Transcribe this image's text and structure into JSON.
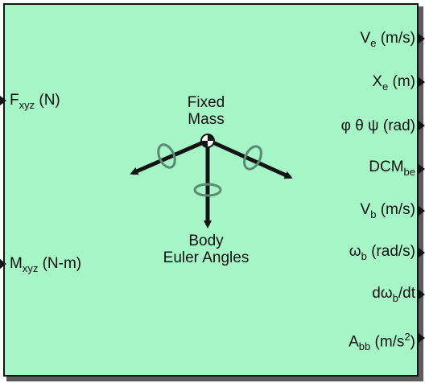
{
  "block": {
    "center_title_line1": "Fixed",
    "center_title_line2": "Mass",
    "center_sub_line1": "Body",
    "center_sub_line2": "Euler Angles"
  },
  "inputs": [
    {
      "base": "F",
      "sub": "xyz",
      "unit": " (N)"
    },
    {
      "base": "M",
      "sub": "xyz",
      "unit": " (N-m)"
    }
  ],
  "outputs": [
    {
      "base": "V",
      "sub": "e",
      "tail": " (m/s)"
    },
    {
      "base": "X",
      "sub": "e",
      "tail": " (m)"
    },
    {
      "base": "φ θ ψ (rad)",
      "sub": "",
      "tail": ""
    },
    {
      "base": "DCM",
      "sub": "be",
      "tail": ""
    },
    {
      "base": "V",
      "sub": "b",
      "tail": " (m/s)"
    },
    {
      "base": "ω",
      "sub": "b",
      "tail": " (rad/s)"
    },
    {
      "base": "dω",
      "sub": "b",
      "tail": "/dt"
    },
    {
      "base": "A",
      "sub": "bb",
      "tail": " (m/s",
      "sup": "2",
      "tail2": ")"
    }
  ],
  "colors": {
    "block_fill": "#a6f5c6",
    "stroke": "#141414",
    "rotation_arrow": "#5a8a72"
  }
}
